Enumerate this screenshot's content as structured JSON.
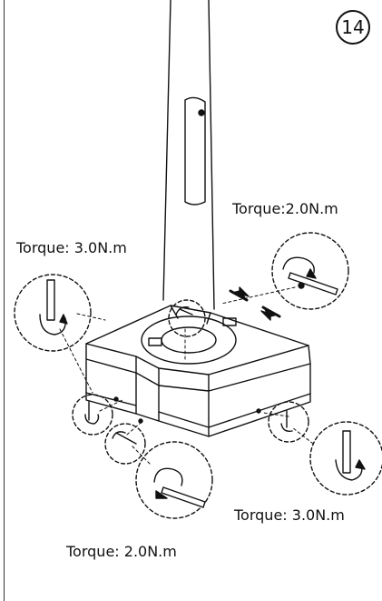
{
  "step_number": "14",
  "callouts": {
    "top_right": "Torque:2.0N.m",
    "upper_left": "Torque: 3.0N.m",
    "lower_right": "Torque: 3.0N.m",
    "bottom_left": "Torque: 2.0N.m"
  },
  "colors": {
    "line": "#111111",
    "background": "#ffffff"
  },
  "icons": [
    "hex-key-tightening-icon",
    "allen-wrench-icon",
    "screw-icon",
    "arrow-icon"
  ]
}
